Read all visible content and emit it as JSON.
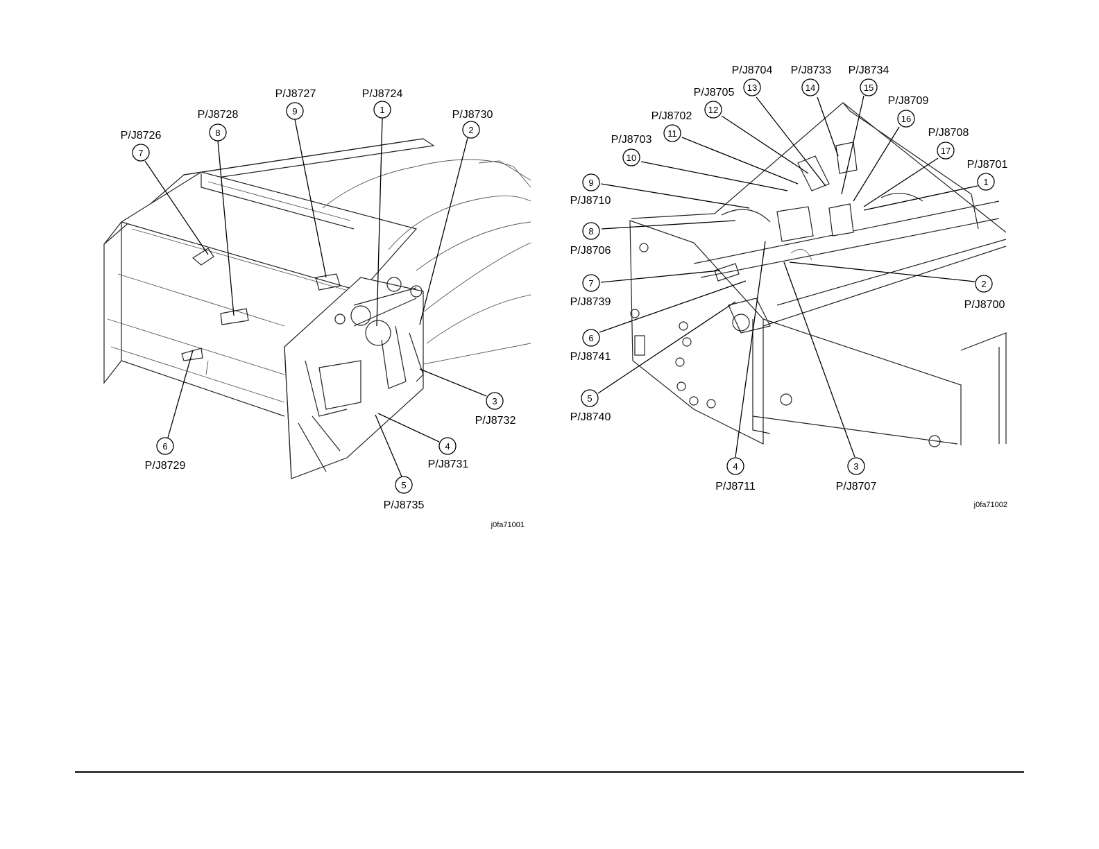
{
  "figures": [
    {
      "id": "left",
      "figure_id": "j0fa71001",
      "callouts": [
        {
          "n": "1",
          "label": "P/J8724"
        },
        {
          "n": "2",
          "label": "P/J8730"
        },
        {
          "n": "3",
          "label": "P/J8732"
        },
        {
          "n": "4",
          "label": "P/J8731"
        },
        {
          "n": "5",
          "label": "P/J8735"
        },
        {
          "n": "6",
          "label": "P/J8729"
        },
        {
          "n": "7",
          "label": "P/J8726"
        },
        {
          "n": "8",
          "label": "P/J8728"
        },
        {
          "n": "9",
          "label": "P/J8727"
        }
      ]
    },
    {
      "id": "right",
      "figure_id": "j0fa71002",
      "callouts": [
        {
          "n": "1",
          "label": "P/J8701"
        },
        {
          "n": "2",
          "label": "P/J8700"
        },
        {
          "n": "3",
          "label": "P/J8707"
        },
        {
          "n": "4",
          "label": "P/J8711"
        },
        {
          "n": "5",
          "label": "P/J8740"
        },
        {
          "n": "6",
          "label": "P/J8741"
        },
        {
          "n": "7",
          "label": "P/J8739"
        },
        {
          "n": "8",
          "label": "P/J8706"
        },
        {
          "n": "9",
          "label": "P/J8710"
        },
        {
          "n": "10",
          "label": "P/J8703"
        },
        {
          "n": "11",
          "label": "P/J8702"
        },
        {
          "n": "12",
          "label": "P/J8705"
        },
        {
          "n": "13",
          "label": "P/J8704"
        },
        {
          "n": "14",
          "label": "P/J8733"
        },
        {
          "n": "15",
          "label": "P/J8734"
        },
        {
          "n": "16",
          "label": "P/J8709"
        },
        {
          "n": "17",
          "label": "P/J8708"
        }
      ]
    }
  ]
}
